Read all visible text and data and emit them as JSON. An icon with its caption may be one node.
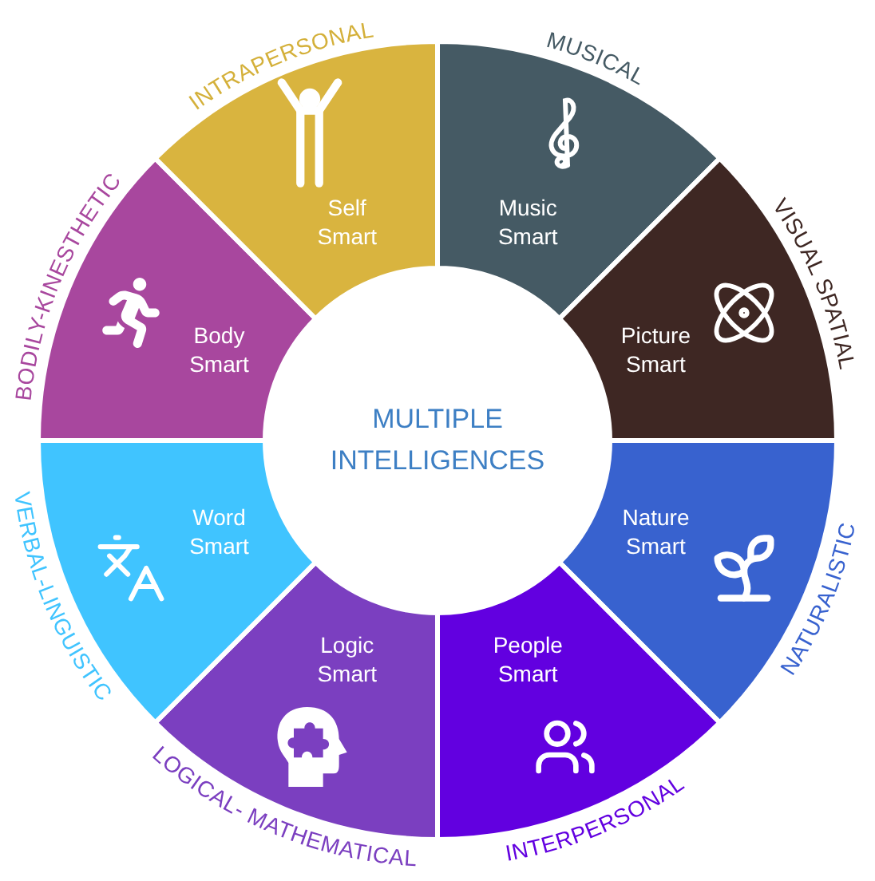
{
  "diagram": {
    "nodes": [
      {
        "text": [
          "MULTIPLE INTELLIGENCES"
        ]
      },
      {
        "text": [
          "MUSICAL",
          "Music Smart"
        ]
      },
      {
        "text": [
          "Picture Smart",
          "VISUAL SPATIAL"
        ]
      },
      {
        "text": [
          "Nature Smart",
          "NATURALISTIC"
        ]
      },
      {
        "text": [
          "People Smart",
          "INTERPERSONAL"
        ]
      },
      {
        "text": [
          "Logic Smart",
          "LOGICAL- MATHEMATICAL"
        ]
      },
      {
        "text": [
          "VERBAL-LINGUISTIC",
          "Word Smart"
        ]
      },
      {
        "text": [
          "BODILY-KINESTHETIC",
          "Body Smart"
        ]
      },
      {
        "text": [
          "INTRAPERSONAL",
          "Self Smart"
        ]
      }
    ],
    "edges": []
  }
}
